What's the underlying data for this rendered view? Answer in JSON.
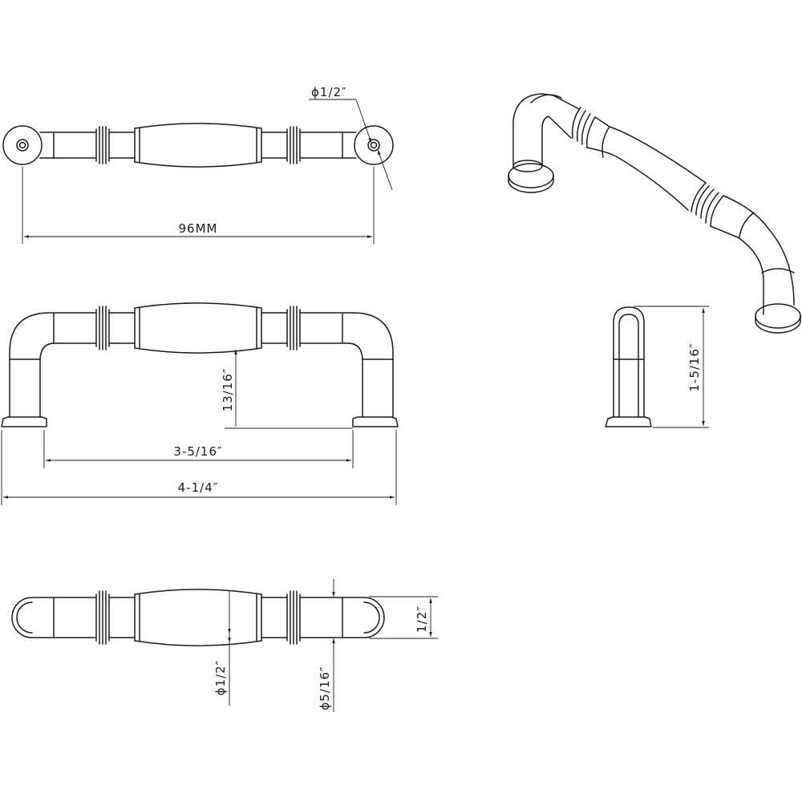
{
  "top_view": {
    "hole_diameter_label": "ϕ1/2″",
    "center_to_center_label": "96MM"
  },
  "front_view": {
    "height_label": "13/16″",
    "inner_width_label": "3-5/16″",
    "overall_length_label": "4-1/4″"
  },
  "side_view": {
    "projection_label": "1-5/16″"
  },
  "bottom_view": {
    "grip_diameter_label": "ϕ1/2″",
    "post_diameter_label": "ϕ5/16″",
    "base_label": "1/2″"
  }
}
